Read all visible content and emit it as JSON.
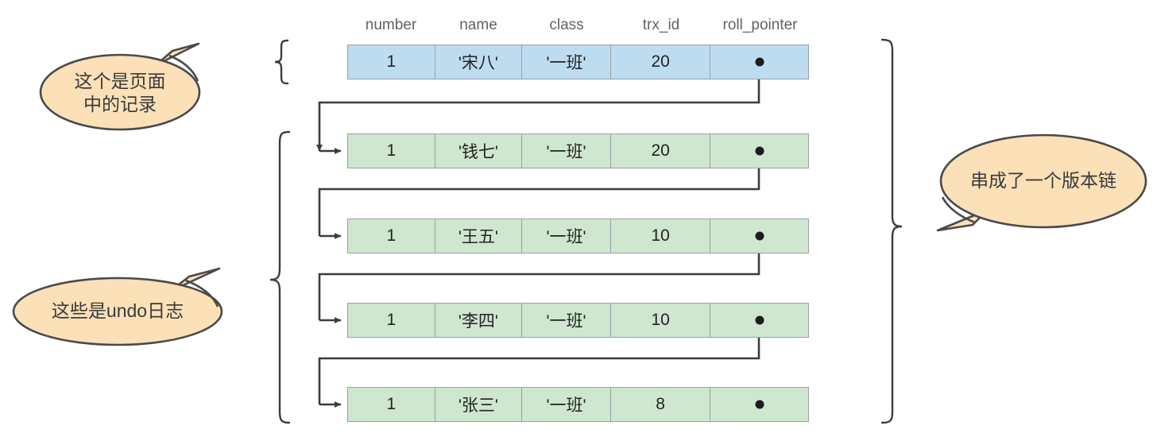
{
  "diagram": {
    "title": "MySQL MVCC undo log version chain",
    "colors": {
      "record_fill": "#bedcf0",
      "undo_fill": "#cfe6cf",
      "bubble_fill": "#fce0b8",
      "bubble_stroke": "#4a4a4a",
      "cell_border": "#9aa0a6",
      "line": "#3c3c3c",
      "header_text": "#5f6368"
    }
  },
  "table": {
    "columns": [
      {
        "key": "number",
        "label": "number"
      },
      {
        "key": "name",
        "label": "name"
      },
      {
        "key": "class",
        "label": "class"
      },
      {
        "key": "trx_id",
        "label": "trx_id"
      },
      {
        "key": "roll_pointer",
        "label": "roll_pointer"
      }
    ],
    "rows": [
      {
        "kind": "page-record",
        "fill": "record",
        "number": "1",
        "name": "'宋八'",
        "class": "'一班'",
        "trx_id": "20",
        "roll_pointer": "pointer-dot",
        "has_outgoing_pointer": true
      },
      {
        "kind": "undo-log",
        "fill": "undo",
        "number": "1",
        "name": "'钱七'",
        "class": "'一班'",
        "trx_id": "20",
        "roll_pointer": "pointer-dot",
        "has_outgoing_pointer": true
      },
      {
        "kind": "undo-log",
        "fill": "undo",
        "number": "1",
        "name": "'王五'",
        "class": "'一班'",
        "trx_id": "10",
        "roll_pointer": "pointer-dot",
        "has_outgoing_pointer": true
      },
      {
        "kind": "undo-log",
        "fill": "undo",
        "number": "1",
        "name": "'李四'",
        "class": "'一班'",
        "trx_id": "10",
        "roll_pointer": "pointer-dot",
        "has_outgoing_pointer": true
      },
      {
        "kind": "undo-log",
        "fill": "undo",
        "number": "1",
        "name": "'张三'",
        "class": "'一班'",
        "trx_id": "8",
        "roll_pointer": "pointer-dot",
        "has_outgoing_pointer": false
      }
    ]
  },
  "callouts": {
    "page_record": {
      "text": "这个是页面\n中的记录",
      "tail": "up-right"
    },
    "undo_logs": {
      "text": "这些是undo日志",
      "tail": "up-right"
    },
    "version_chain": {
      "text": "串成了一个版本链",
      "tail": "down-left"
    }
  },
  "braces": {
    "page_record_group": "left-curly-brace",
    "undo_log_group": "left-curly-brace",
    "version_chain_group": "right-curly-brace"
  }
}
